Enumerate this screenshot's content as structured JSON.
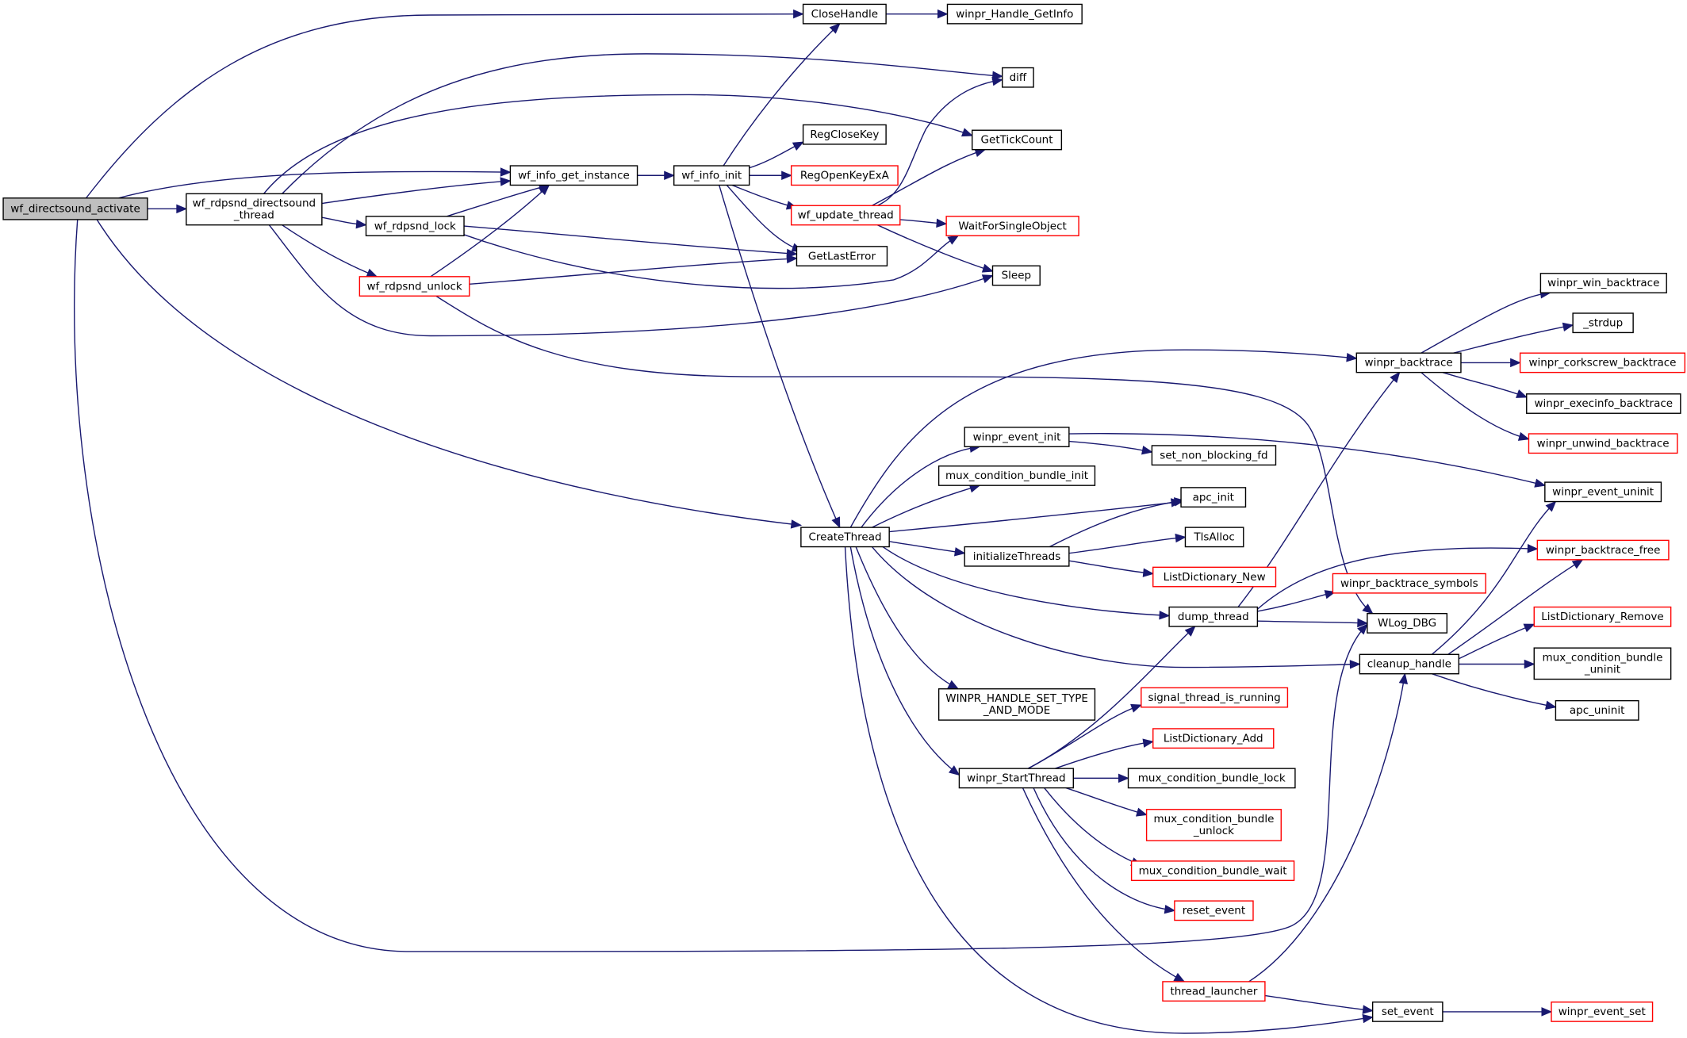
{
  "graph": {
    "kind": "call-graph",
    "edge_color": "#191970",
    "box_border_normal": "#000000",
    "box_border_truncated": "#ff0000",
    "root_fill": "#bfbfbf",
    "nodes": [
      {
        "id": "activate",
        "lines": [
          "wf_directsound_activate"
        ],
        "truncated": false,
        "root": true
      },
      {
        "id": "dsthread",
        "lines": [
          "wf_rdpsnd_directsound",
          "_thread"
        ],
        "truncated": false
      },
      {
        "id": "getinst",
        "lines": [
          "wf_info_get_instance"
        ],
        "truncated": false
      },
      {
        "id": "infoinit",
        "lines": [
          "wf_info_init"
        ],
        "truncated": false
      },
      {
        "id": "rdplock",
        "lines": [
          "wf_rdpsnd_lock"
        ],
        "truncated": false
      },
      {
        "id": "rdpunlock",
        "lines": [
          "wf_rdpsnd_unlock"
        ],
        "truncated": true
      },
      {
        "id": "closehandle",
        "lines": [
          "CloseHandle"
        ],
        "truncated": false
      },
      {
        "id": "handlegetinfo",
        "lines": [
          "winpr_Handle_GetInfo"
        ],
        "truncated": false
      },
      {
        "id": "diff",
        "lines": [
          "diff"
        ],
        "truncated": false
      },
      {
        "id": "gettickcount",
        "lines": [
          "GetTickCount"
        ],
        "truncated": false
      },
      {
        "id": "regclosekey",
        "lines": [
          "RegCloseKey"
        ],
        "truncated": false
      },
      {
        "id": "regopenkey",
        "lines": [
          "RegOpenKeyExA"
        ],
        "truncated": true
      },
      {
        "id": "updatethread",
        "lines": [
          "wf_update_thread"
        ],
        "truncated": true
      },
      {
        "id": "waitforsingle",
        "lines": [
          "WaitForSingleObject"
        ],
        "truncated": true
      },
      {
        "id": "getlasterror",
        "lines": [
          "GetLastError"
        ],
        "truncated": false
      },
      {
        "id": "sleep",
        "lines": [
          "Sleep"
        ],
        "truncated": false
      },
      {
        "id": "createthread",
        "lines": [
          "CreateThread"
        ],
        "truncated": false
      },
      {
        "id": "eventinit",
        "lines": [
          "winpr_event_init"
        ],
        "truncated": false
      },
      {
        "id": "setnonblocking",
        "lines": [
          "set_non_blocking_fd"
        ],
        "truncated": false
      },
      {
        "id": "muxinit",
        "lines": [
          "mux_condition_bundle_init"
        ],
        "truncated": false
      },
      {
        "id": "apcinit",
        "lines": [
          "apc_init"
        ],
        "truncated": false
      },
      {
        "id": "tlsalloc",
        "lines": [
          "TlsAlloc"
        ],
        "truncated": false
      },
      {
        "id": "initthreads",
        "lines": [
          "initializeThreads"
        ],
        "truncated": false
      },
      {
        "id": "listdictnew",
        "lines": [
          "ListDictionary_New"
        ],
        "truncated": true
      },
      {
        "id": "dumpthread",
        "lines": [
          "dump_thread"
        ],
        "truncated": false
      },
      {
        "id": "backtracesymbols",
        "lines": [
          "winpr_backtrace_symbols"
        ],
        "truncated": true
      },
      {
        "id": "wlogdbg",
        "lines": [
          "WLog_DBG"
        ],
        "truncated": false
      },
      {
        "id": "cleanuphandle",
        "lines": [
          "cleanup_handle"
        ],
        "truncated": false
      },
      {
        "id": "handlesettype",
        "lines": [
          "WINPR_HANDLE_SET_TYPE",
          "_AND_MODE"
        ],
        "truncated": false
      },
      {
        "id": "startthread",
        "lines": [
          "winpr_StartThread"
        ],
        "truncated": false
      },
      {
        "id": "signalrunning",
        "lines": [
          "signal_thread_is_running"
        ],
        "truncated": true
      },
      {
        "id": "listdictadd",
        "lines": [
          "ListDictionary_Add"
        ],
        "truncated": true
      },
      {
        "id": "muxlock",
        "lines": [
          "mux_condition_bundle_lock"
        ],
        "truncated": false
      },
      {
        "id": "muxunlock",
        "lines": [
          "mux_condition_bundle",
          "_unlock"
        ],
        "truncated": true
      },
      {
        "id": "muxwait",
        "lines": [
          "mux_condition_bundle_wait"
        ],
        "truncated": true
      },
      {
        "id": "resetevent",
        "lines": [
          "reset_event"
        ],
        "truncated": true
      },
      {
        "id": "threadlauncher",
        "lines": [
          "thread_launcher"
        ],
        "truncated": true
      },
      {
        "id": "setevent",
        "lines": [
          "set_event"
        ],
        "truncated": false
      },
      {
        "id": "eventset",
        "lines": [
          "winpr_event_set"
        ],
        "truncated": true
      },
      {
        "id": "backtrace",
        "lines": [
          "winpr_backtrace"
        ],
        "truncated": false
      },
      {
        "id": "winbacktrace",
        "lines": [
          "winpr_win_backtrace"
        ],
        "truncated": false
      },
      {
        "id": "strdup",
        "lines": [
          "_strdup"
        ],
        "truncated": false
      },
      {
        "id": "corkscrew",
        "lines": [
          "winpr_corkscrew_backtrace"
        ],
        "truncated": true
      },
      {
        "id": "execinfo",
        "lines": [
          "winpr_execinfo_backtrace"
        ],
        "truncated": false
      },
      {
        "id": "unwind",
        "lines": [
          "winpr_unwind_backtrace"
        ],
        "truncated": true
      },
      {
        "id": "eventuninit",
        "lines": [
          "winpr_event_uninit"
        ],
        "truncated": false
      },
      {
        "id": "backtracefree",
        "lines": [
          "winpr_backtrace_free"
        ],
        "truncated": true
      },
      {
        "id": "listdictremove",
        "lines": [
          "ListDictionary_Remove"
        ],
        "truncated": true
      },
      {
        "id": "muxuninit",
        "lines": [
          "mux_condition_bundle",
          "_uninit"
        ],
        "truncated": false
      },
      {
        "id": "apcuninit",
        "lines": [
          "apc_uninit"
        ],
        "truncated": false
      }
    ],
    "edges": [
      [
        "activate",
        "dsthread"
      ],
      [
        "activate",
        "getinst"
      ],
      [
        "activate",
        "closehandle"
      ],
      [
        "activate",
        "createthread"
      ],
      [
        "activate",
        "wlogdbg"
      ],
      [
        "dsthread",
        "getinst"
      ],
      [
        "dsthread",
        "rdplock"
      ],
      [
        "dsthread",
        "rdpunlock"
      ],
      [
        "dsthread",
        "diff"
      ],
      [
        "dsthread",
        "gettickcount"
      ],
      [
        "dsthread",
        "sleep"
      ],
      [
        "getinst",
        "infoinit"
      ],
      [
        "rdplock",
        "getinst"
      ],
      [
        "rdplock",
        "getlasterror"
      ],
      [
        "rdplock",
        "waitforsingle"
      ],
      [
        "rdpunlock",
        "getinst"
      ],
      [
        "rdpunlock",
        "getlasterror"
      ],
      [
        "rdpunlock",
        "wlogdbg"
      ],
      [
        "infoinit",
        "closehandle"
      ],
      [
        "infoinit",
        "regclosekey"
      ],
      [
        "infoinit",
        "regopenkey"
      ],
      [
        "infoinit",
        "updatethread"
      ],
      [
        "infoinit",
        "getlasterror"
      ],
      [
        "infoinit",
        "createthread"
      ],
      [
        "closehandle",
        "handlegetinfo"
      ],
      [
        "updatethread",
        "diff"
      ],
      [
        "updatethread",
        "gettickcount"
      ],
      [
        "updatethread",
        "waitforsingle"
      ],
      [
        "updatethread",
        "sleep"
      ],
      [
        "createthread",
        "backtrace"
      ],
      [
        "createthread",
        "eventinit"
      ],
      [
        "createthread",
        "muxinit"
      ],
      [
        "createthread",
        "apcinit"
      ],
      [
        "createthread",
        "initthreads"
      ],
      [
        "createthread",
        "dumpthread"
      ],
      [
        "createthread",
        "cleanuphandle"
      ],
      [
        "createthread",
        "handlesettype"
      ],
      [
        "createthread",
        "startthread"
      ],
      [
        "createthread",
        "setevent"
      ],
      [
        "eventinit",
        "setnonblocking"
      ],
      [
        "eventinit",
        "eventuninit"
      ],
      [
        "initthreads",
        "apcinit"
      ],
      [
        "initthreads",
        "tlsalloc"
      ],
      [
        "initthreads",
        "listdictnew"
      ],
      [
        "dumpthread",
        "backtrace"
      ],
      [
        "dumpthread",
        "backtracefree"
      ],
      [
        "dumpthread",
        "backtracesymbols"
      ],
      [
        "dumpthread",
        "wlogdbg"
      ],
      [
        "startthread",
        "dumpthread"
      ],
      [
        "startthread",
        "signalrunning"
      ],
      [
        "startthread",
        "listdictadd"
      ],
      [
        "startthread",
        "muxlock"
      ],
      [
        "startthread",
        "muxunlock"
      ],
      [
        "startthread",
        "muxwait"
      ],
      [
        "startthread",
        "resetevent"
      ],
      [
        "startthread",
        "threadlauncher"
      ],
      [
        "threadlauncher",
        "cleanuphandle"
      ],
      [
        "threadlauncher",
        "setevent"
      ],
      [
        "setevent",
        "eventset"
      ],
      [
        "backtrace",
        "winbacktrace"
      ],
      [
        "backtrace",
        "strdup"
      ],
      [
        "backtrace",
        "corkscrew"
      ],
      [
        "backtrace",
        "execinfo"
      ],
      [
        "backtrace",
        "unwind"
      ],
      [
        "cleanuphandle",
        "eventuninit"
      ],
      [
        "cleanuphandle",
        "backtracefree"
      ],
      [
        "cleanuphandle",
        "listdictremove"
      ],
      [
        "cleanuphandle",
        "muxuninit"
      ],
      [
        "cleanuphandle",
        "apcuninit"
      ]
    ]
  }
}
